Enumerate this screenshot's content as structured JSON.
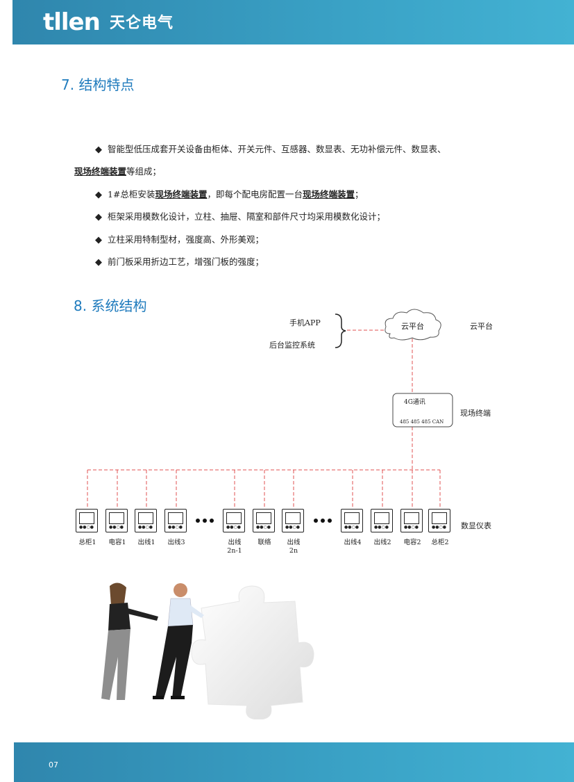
{
  "header": {
    "logo": "tllen",
    "logo_cn": "天仑电气"
  },
  "section7": {
    "title": "7.  结构特点",
    "bullets": [
      {
        "pre": "智能型低压成套开关设备由柜体、开关元件、互感器、数显表、无功补偿元件、数显表、",
        "cont_b": "现场终端装置",
        "cont_post": "等组成；"
      },
      {
        "pre": "1#总柜安装",
        "b1": "现场终端装置",
        "mid": "，即每个配电房配置一台",
        "b2": "现场终端装置",
        "post": "；"
      },
      {
        "text": "柜架采用模数化设计，立柱、抽屉、隔室和部件尺寸均采用模数化设计；"
      },
      {
        "text": "立柱采用特制型材，强度高、外形美观；"
      },
      {
        "text": "前门板采用折边工艺，增强门板的强度；"
      }
    ]
  },
  "section8": {
    "title": "8.  系统结构",
    "diagram": {
      "app": "手机APP",
      "monitor": "后台监控系统",
      "cloud": "云平台",
      "cloud_side": "云平台",
      "terminal_top": "4G通讯",
      "terminal_bottom": "485  485  485  CAN",
      "terminal_side": "现场终端",
      "meters_side": "数显仪表",
      "meters": [
        "总柜1",
        "电容1",
        "出线1",
        "出线3",
        "出线\n2n-1",
        "联络",
        "出线\n2n",
        "出线4",
        "出线2",
        "电容2",
        "总柜2"
      ]
    }
  },
  "footer": {
    "page": "07"
  },
  "colors": {
    "accent": "#1f7bbd",
    "band": "#3aa2c6",
    "dashed": "#e05050"
  }
}
